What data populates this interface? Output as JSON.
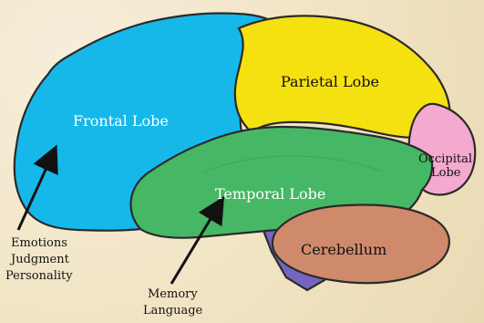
{
  "diagram": {
    "lobes": {
      "frontal": "Frontal Lobe",
      "parietal": "Parietal Lobe",
      "occipital": [
        "Occipital",
        "Lobe"
      ],
      "temporal": "Temporal Lobe",
      "cerebellum": "Cerebellum"
    },
    "frontal_functions": [
      "Emotions",
      "Judgment",
      "Personality"
    ],
    "temporal_functions": [
      "Memory",
      "Language"
    ]
  },
  "colors": {
    "frontal": "#16b8ea",
    "parietal": "#f5e10f",
    "occipital": "#f4a9cf",
    "temporal": "#46b865",
    "cerebellum": "#cf8a6c",
    "brainstem": "#7565bf",
    "outline": "#2a2a2a",
    "background": "#f1e4c4"
  }
}
